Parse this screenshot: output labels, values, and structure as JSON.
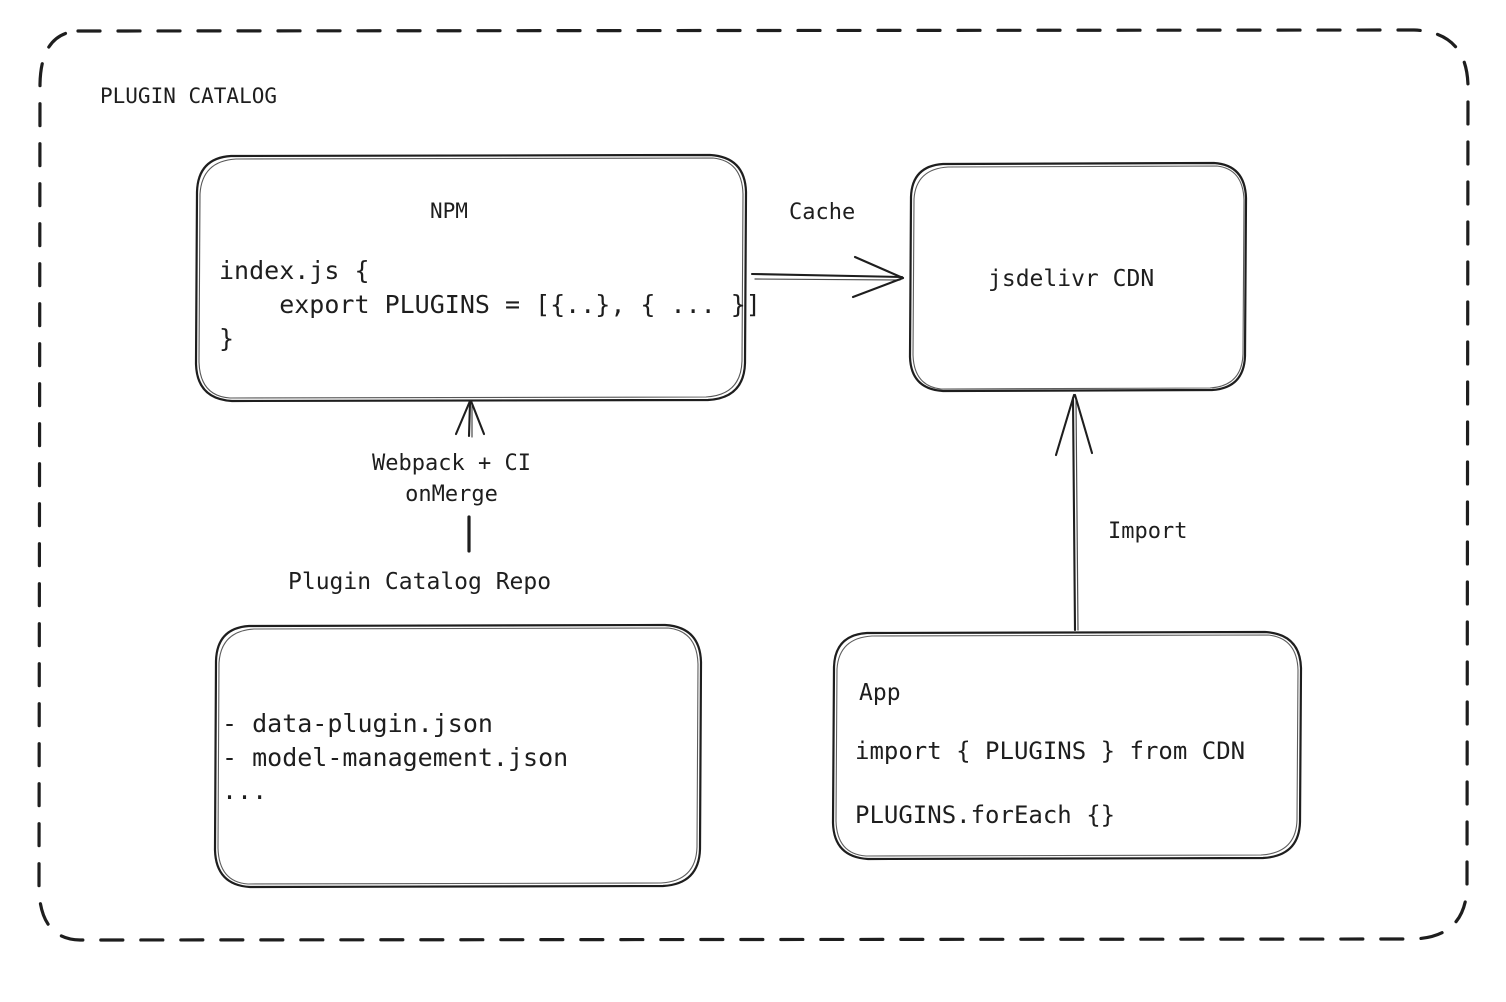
{
  "diagram": {
    "title": "PLUGIN CATALOG",
    "style": "hand-drawn",
    "stroke_color": "#1e1e1e",
    "background_color": "#ffffff",
    "nodes": {
      "npm": {
        "title": "NPM",
        "code": "index.js {\n    export PLUGINS = [{..}, { ... }]\n}"
      },
      "cdn": {
        "title": "jsdelivr CDN"
      },
      "repo": {
        "label": "Plugin Catalog Repo",
        "files": "- data-plugin.json\n- model-management.json\n..."
      },
      "app": {
        "title": "App",
        "line1": "import { PLUGINS } from CDN",
        "line2": "PLUGINS.forEach {}"
      }
    },
    "edges": {
      "cache": {
        "label": "Cache",
        "from": "npm",
        "to": "cdn",
        "direction": "right"
      },
      "build": {
        "label": "Webpack + CI\nonMerge",
        "from": "repo",
        "to": "npm",
        "direction": "up"
      },
      "import": {
        "label": "Import",
        "from": "app",
        "to": "cdn",
        "direction": "up"
      }
    }
  }
}
